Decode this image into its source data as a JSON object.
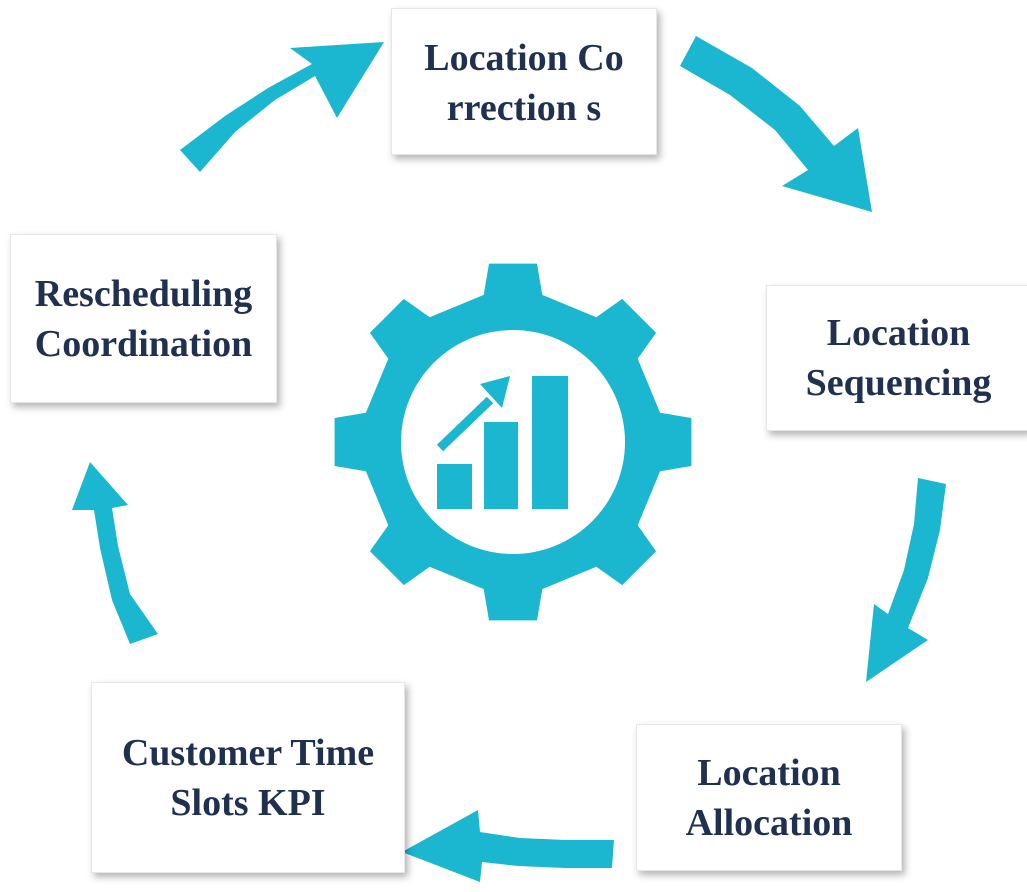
{
  "colors": {
    "accent": "#1bb6d0",
    "label_text": "#1f3050",
    "box_fill": "#ffffff"
  },
  "center": {
    "icon": "gear-with-growth-bar-chart-icon"
  },
  "steps": [
    {
      "label": "Location Correction s"
    },
    {
      "label": "Location\nSequencing"
    },
    {
      "label": "Location\nAllocation"
    },
    {
      "label": "Customer Time\nSlots KPI"
    },
    {
      "label": "Rescheduling\nCoordination"
    }
  ],
  "cycle_arrows": [
    {
      "from": "Rescheduling Coordination",
      "to": "Location Corrections",
      "icon": "curved-arrow-icon"
    },
    {
      "from": "Location Corrections",
      "to": "Location Sequencing",
      "icon": "curved-arrow-icon"
    },
    {
      "from": "Location Sequencing",
      "to": "Location Allocation",
      "icon": "curved-arrow-icon"
    },
    {
      "from": "Location Allocation",
      "to": "Customer Time Slots KPI",
      "icon": "curved-arrow-icon"
    },
    {
      "from": "Customer Time Slots KPI",
      "to": "Rescheduling Coordination",
      "icon": "curved-arrow-icon"
    }
  ]
}
